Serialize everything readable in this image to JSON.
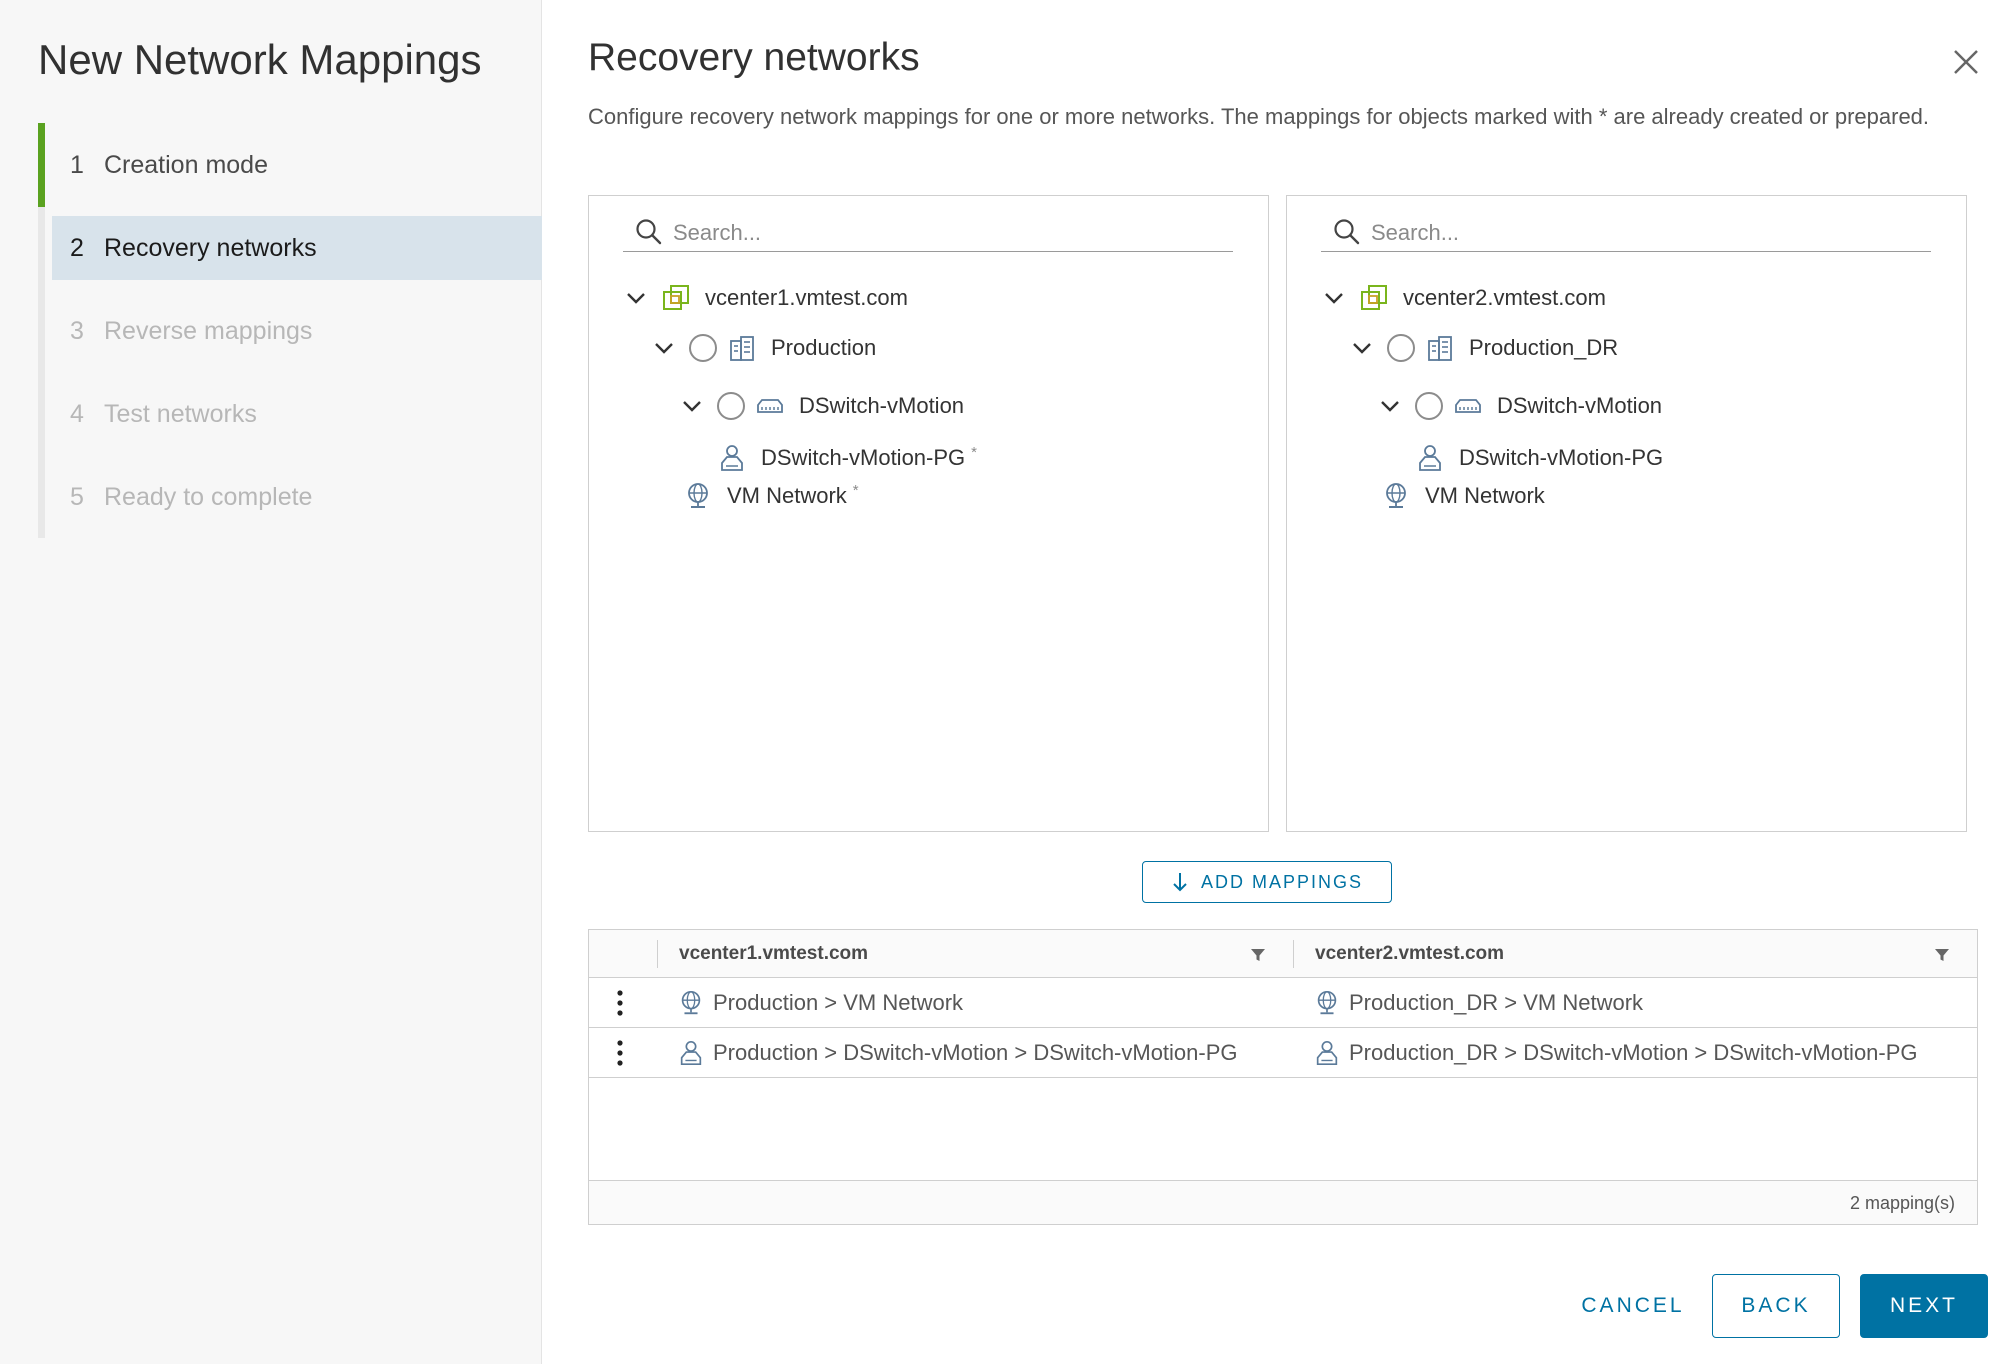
{
  "wizard": {
    "title": "New Network Mappings",
    "steps": [
      {
        "num": "1",
        "label": "Creation mode",
        "state": "done"
      },
      {
        "num": "2",
        "label": "Recovery networks",
        "state": "active"
      },
      {
        "num": "3",
        "label": "Reverse mappings",
        "state": "pending"
      },
      {
        "num": "4",
        "label": "Test networks",
        "state": "pending"
      },
      {
        "num": "5",
        "label": "Ready to complete",
        "state": "pending"
      }
    ]
  },
  "page": {
    "title": "Recovery networks",
    "description": "Configure recovery network mappings for one or more networks. The mappings for objects marked with * are already created or prepared."
  },
  "left_tree": {
    "search_placeholder": "Search...",
    "vcenter": "vcenter1.vmtest.com",
    "datacenter": "Production",
    "switch": "DSwitch-vMotion",
    "portgroup": "DSwitch-vMotion-PG",
    "portgroup_mark": "*",
    "network": "VM Network",
    "network_mark": "*"
  },
  "right_tree": {
    "search_placeholder": "Search...",
    "vcenter": "vcenter2.vmtest.com",
    "datacenter": "Production_DR",
    "switch": "DSwitch-vMotion",
    "portgroup": "DSwitch-vMotion-PG",
    "network": "VM Network"
  },
  "add_mappings_label": "ADD MAPPINGS",
  "grid": {
    "columns": [
      "vcenter1.vmtest.com",
      "vcenter2.vmtest.com"
    ],
    "rows": [
      {
        "source": "Production > VM Network",
        "target": "Production_DR > VM Network",
        "icon": "network-icon"
      },
      {
        "source": "Production > DSwitch-vMotion > DSwitch-vMotion-PG",
        "target": "Production_DR > DSwitch-vMotion > DSwitch-vMotion-PG",
        "icon": "portgroup-icon"
      }
    ],
    "footer": "2 mapping(s)"
  },
  "buttons": {
    "cancel": "CANCEL",
    "back": "BACK",
    "next": "NEXT"
  },
  "colors": {
    "primary": "#0072a3",
    "step_done": "#5aa220",
    "step_active_bg": "#d8e3eb",
    "vcenter_icon": "#7ab51d"
  }
}
